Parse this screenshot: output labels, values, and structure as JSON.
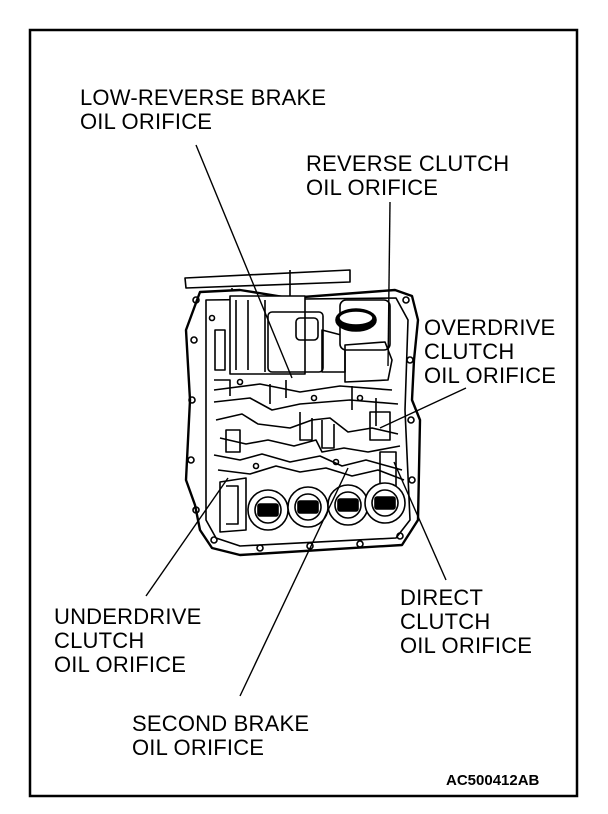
{
  "labels": {
    "low_reverse": [
      "LOW-REVERSE BRAKE",
      "OIL ORIFICE"
    ],
    "reverse_clutch": [
      "REVERSE CLUTCH",
      "OIL ORIFICE"
    ],
    "overdrive": [
      "OVERDRIVE",
      "CLUTCH",
      "OIL ORIFICE"
    ],
    "underdrive": [
      "UNDERDRIVE",
      "CLUTCH",
      "OIL ORIFICE"
    ],
    "direct": [
      "DIRECT",
      "CLUTCH",
      "OIL ORIFICE"
    ],
    "second_brake": [
      "SECOND BRAKE",
      "OIL ORIFICE"
    ]
  },
  "figure_code": "AC500412AB"
}
